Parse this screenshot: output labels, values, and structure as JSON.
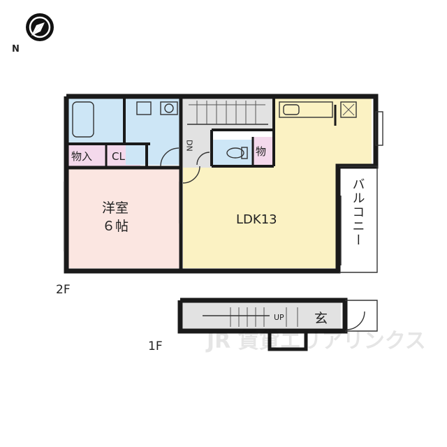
{
  "compass": {
    "north_label": "N"
  },
  "floors": {
    "second": "2F",
    "first": "1F"
  },
  "rooms": {
    "storage_1": "物入",
    "closet": "CL",
    "western_room_line1": "洋室",
    "western_room_line2": "６帖",
    "ldk": "LDK13",
    "storage_2": "物",
    "balcony": "バルコニー",
    "entrance": "玄"
  },
  "stairs": {
    "down": "DN",
    "up": "UP"
  },
  "watermark": "JR 賃貸エリアリンクス"
}
